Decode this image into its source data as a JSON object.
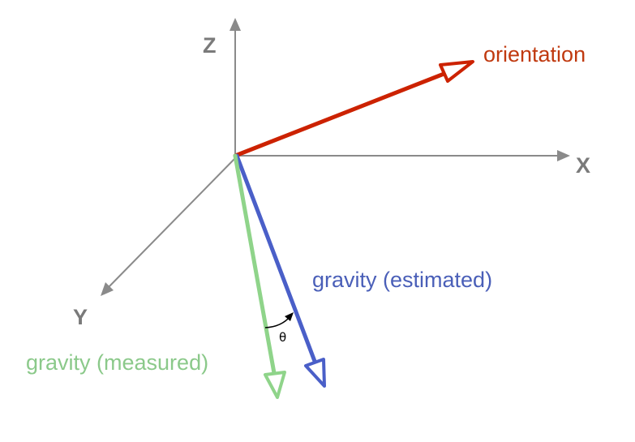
{
  "axes": {
    "x_label": "X",
    "y_label": "Y",
    "z_label": "Z",
    "color": "#8a8a8a",
    "label_color": "#7a7a7a"
  },
  "vectors": {
    "orientation": {
      "label": "orientation",
      "color": "#cc2200",
      "label_color": "#c03a10"
    },
    "gravity_estimated": {
      "label": "gravity (estimated)",
      "color": "#4a5fc8",
      "label_color": "#4a5fb8"
    },
    "gravity_measured": {
      "label": "gravity (measured)",
      "color": "#8fd48a",
      "label_color": "#8bc98a"
    }
  },
  "angle": {
    "label": "θ",
    "color": "#000000"
  }
}
